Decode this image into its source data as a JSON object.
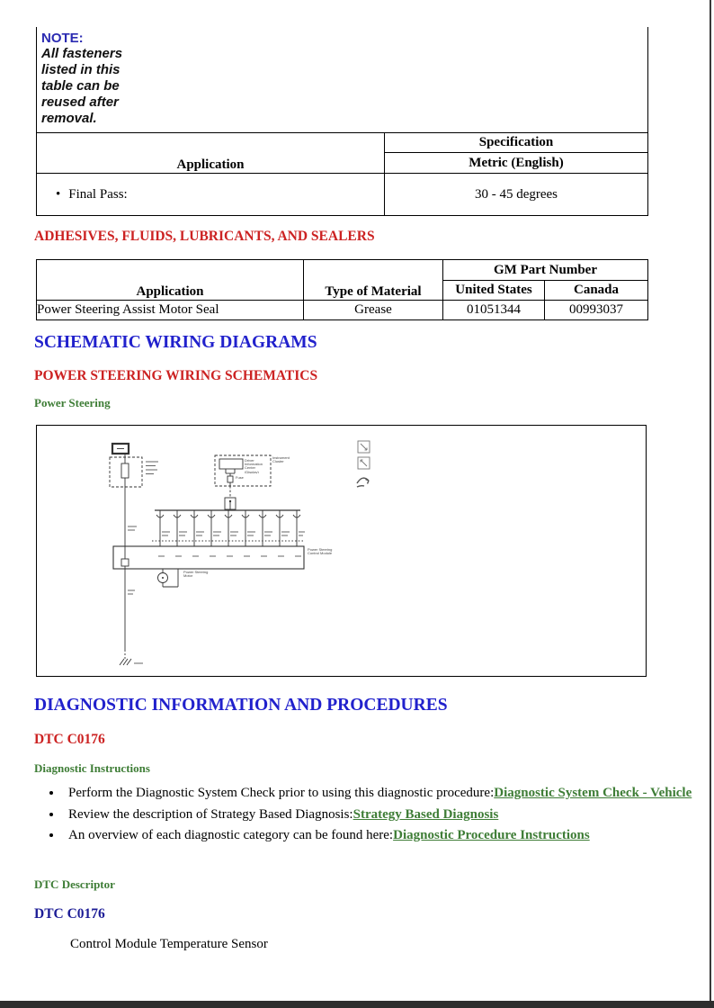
{
  "note": {
    "label": "NOTE:",
    "text": "All fasteners listed in this table can be reused after removal."
  },
  "spec_table": {
    "application_header": "Application",
    "specification_header": "Specification",
    "metric_header": "Metric (English)",
    "rows": [
      {
        "application": "Final Pass:",
        "value": "30 - 45 degrees"
      }
    ]
  },
  "adhesives": {
    "heading": "ADHESIVES, FLUIDS, LUBRICANTS, AND SEALERS",
    "table": {
      "application_header": "Application",
      "type_header": "Type of Material",
      "gm_header": "GM Part Number",
      "us_header": "United States",
      "canada_header": "Canada",
      "rows": [
        {
          "application": "Power Steering Assist Motor Seal",
          "type": "Grease",
          "us": "01051344",
          "canada": "00993037"
        }
      ]
    }
  },
  "schematic": {
    "heading": "SCHEMATIC WIRING DIAGRAMS",
    "subheading": "POWER STEERING WIRING SCHEMATICS",
    "figure_title": "Power Steering",
    "labels": {
      "cluster": "Instrument Cluster",
      "dic": "Driver Information Center (Display)",
      "fuse": "Fuse",
      "module": "Power Steering Control Module",
      "motor": "Power Steering Motor"
    }
  },
  "diagnostic": {
    "heading": "DIAGNOSTIC INFORMATION AND PROCEDURES",
    "dtc_heading": "DTC C0176",
    "instructions_heading": "Diagnostic Instructions",
    "bullets": [
      {
        "text": "Perform the Diagnostic System Check prior to using this diagnostic procedure:",
        "link": "Diagnostic System Check - Vehicle"
      },
      {
        "text": "Review the description of Strategy Based Diagnosis:",
        "link": "Strategy Based Diagnosis"
      },
      {
        "text": "An overview of each diagnostic category can be found here:",
        "link": "Diagnostic Procedure Instructions"
      }
    ],
    "descriptor_heading": "DTC Descriptor",
    "dtc_heading_2": "DTC C0176",
    "descriptor_text": "Control Module Temperature Sensor"
  }
}
